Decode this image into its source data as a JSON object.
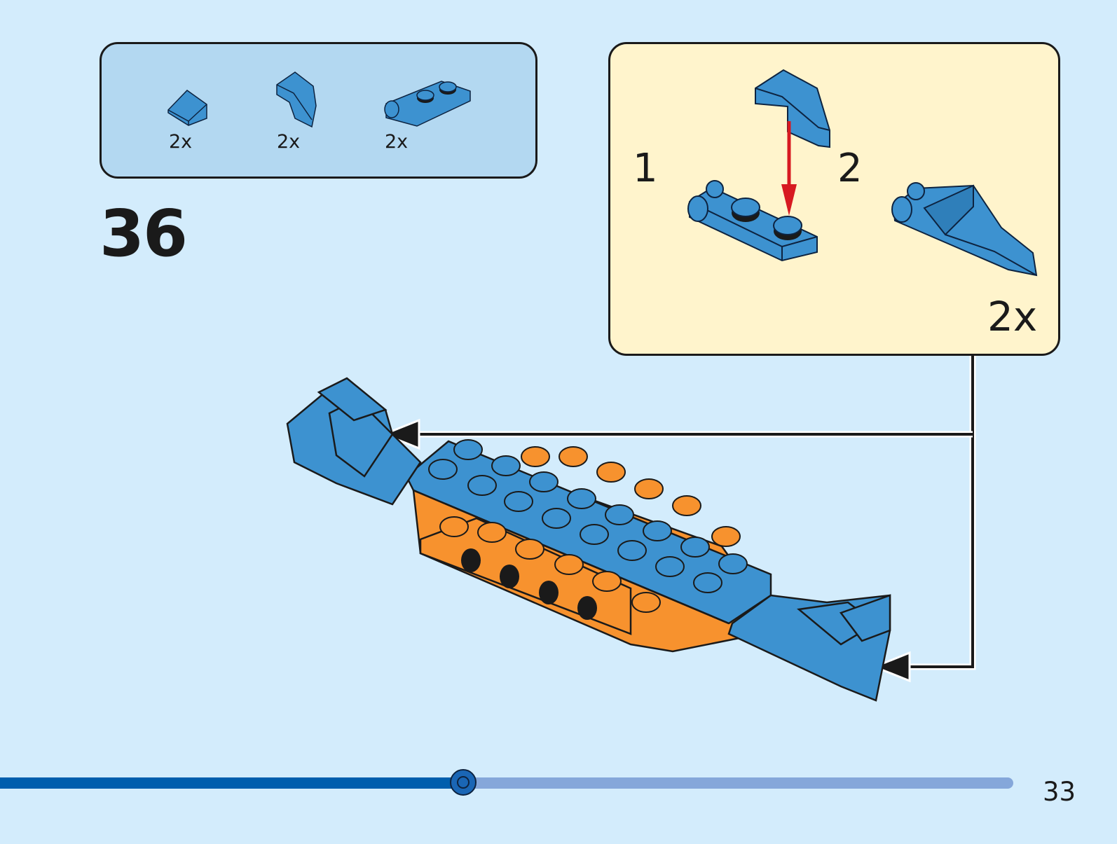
{
  "step": {
    "number": "36",
    "parts": [
      {
        "name": "slope-1x1-blue",
        "qty": "2x"
      },
      {
        "name": "curved-wedge-blue",
        "qty": "2x"
      },
      {
        "name": "hinge-plate-1x2-blue",
        "qty": "2x"
      }
    ],
    "subassembly": {
      "labels": [
        "1",
        "2"
      ],
      "multiplier": "2x"
    }
  },
  "colors": {
    "background": "#d3ecfc",
    "parts_box": "#b3d8f1",
    "subassembly_box": "#fff4cc",
    "brick_blue": "#3d92d0",
    "brick_orange": "#f7922e",
    "arrow_red": "#d71920",
    "progress_fill": "#005ead",
    "progress_track": "#85a7da"
  },
  "progress": {
    "fraction": 0.457
  },
  "page": {
    "number": "33"
  }
}
